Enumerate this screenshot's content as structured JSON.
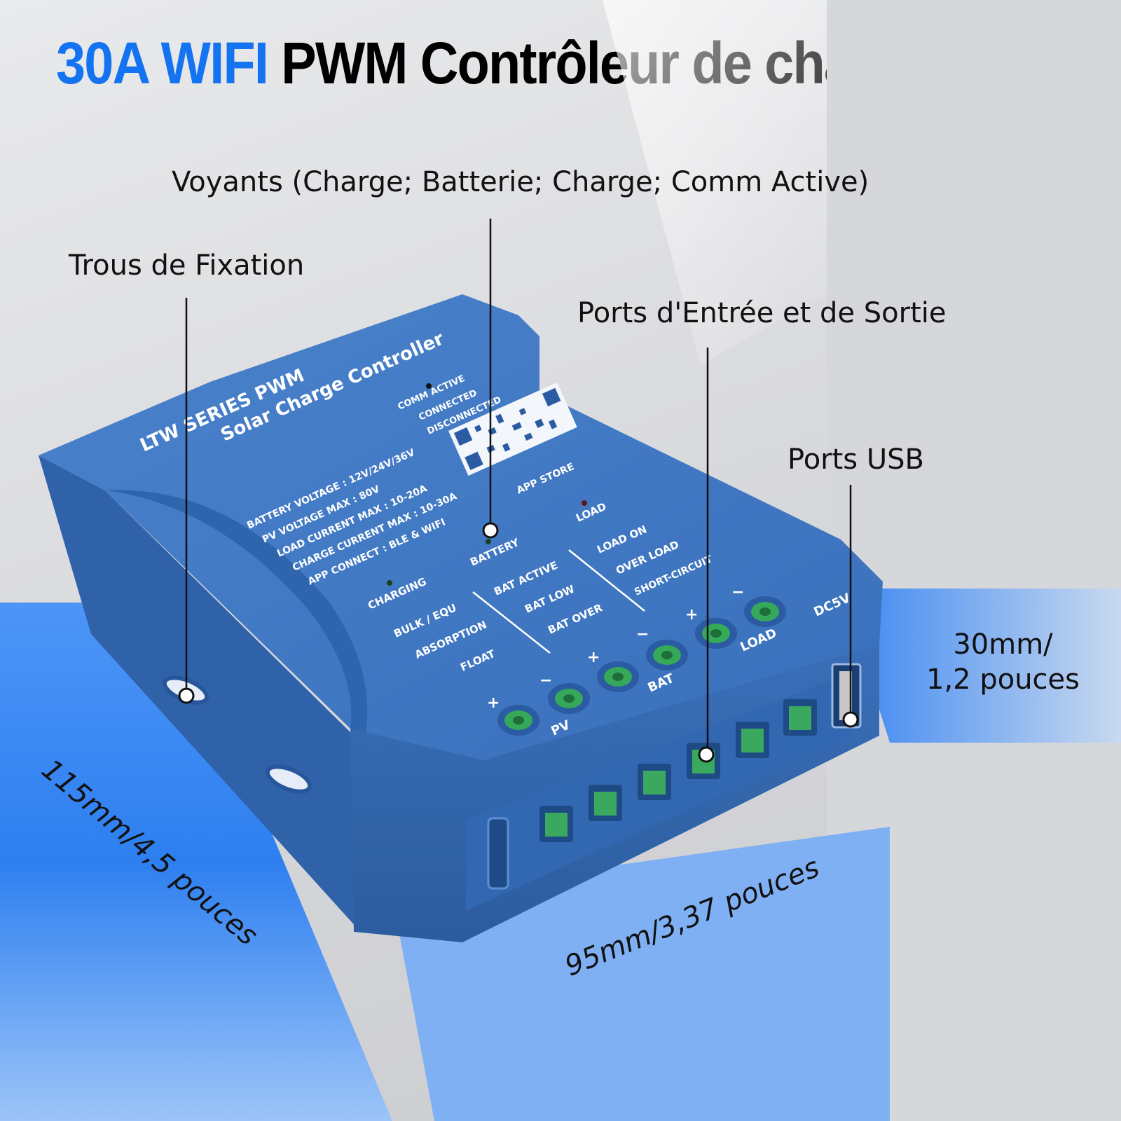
{
  "headline": {
    "blue_part": "30A WIFI",
    "black_part": "PWM Contrôleur de charge solaire"
  },
  "callouts": {
    "indicators": "Voyants (Charge; Batterie; Charge; Comm Active)",
    "mounting_holes": "Trous de Fixation",
    "io_ports": "Ports d'Entrée et de Sortie",
    "usb_ports": "Ports USB"
  },
  "dimensions": {
    "height_line1": "30mm/",
    "height_line2": "1,2 pouces",
    "length": "115mm/4,5 pouces",
    "width": "95mm/3,37 pouces"
  },
  "device": {
    "brand_line1": "LTW SERIES PWM",
    "brand_line2": "Solar Charge Controller",
    "specs": [
      "BATTERY VOLTAGE : 12V/24V/36V",
      "PV VOLTAGE MAX : 80V",
      "LOAD CURRENT MAX : 10-20A",
      "CHARGE CURRENT MAX : 10-30A",
      "APP CONNECT : BLE & WIFI"
    ],
    "comm": [
      "COMM ACTIVE",
      "CONNECTED",
      "DISCONNECTED"
    ],
    "app_store": "APP STORE",
    "leds": {
      "charging": "CHARGING",
      "battery": "BATTERY",
      "load": "LOAD"
    },
    "charge_modes": [
      "BULK / EQU",
      "ABSORPTION",
      "FLOAT"
    ],
    "battery_states": [
      "BAT ACTIVE",
      "BAT LOW",
      "BAT OVER"
    ],
    "load_states": [
      "LOAD ON",
      "OVER LOAD",
      "SHORT-CIRCUIT"
    ],
    "terminal_groups": {
      "pv": "PV",
      "bat": "BAT",
      "load": "LOAD",
      "usb": "DC5V"
    },
    "polarity": {
      "plus": "+",
      "minus": "−"
    }
  },
  "colors": {
    "accent_blue": "#1473f0",
    "device_blue": "#3a6fb8",
    "device_top": "#3f78c4",
    "terminal_green": "#35a85a",
    "floor_blue": "#2d7ff0"
  }
}
